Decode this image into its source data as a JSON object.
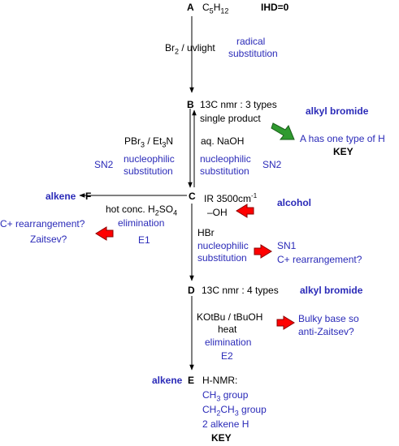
{
  "colors": {
    "black": "#000000",
    "blue": "#2a2ab8",
    "red": "#ff0000",
    "green": "#2f9a2f"
  },
  "icons": [
    "red-arrow-icon",
    "green-arrow-icon"
  ],
  "nodes": {
    "A": {
      "letter": "A",
      "formula_base": "C",
      "formula_s1": "5",
      "formula_mid": "H",
      "formula_s2": "12",
      "ihd": "IHD=0"
    },
    "B": {
      "letter": "B",
      "nmr": "13C nmr : 3 types",
      "product": "single product",
      "side_label": "alkyl bromide",
      "note": "A has one type of H",
      "key": "KEY"
    },
    "C": {
      "letter": "C",
      "ir_prefix": "IR 3500cm",
      "ir_sup": "-1",
      "group": "–OH",
      "side_label": "alcohol"
    },
    "D": {
      "letter": "D",
      "nmr": "13C nmr : 4 types",
      "side_label": "alkyl bromide"
    },
    "E": {
      "letter": "E",
      "side_label": "alkene",
      "hnmr": "H-NMR:",
      "ch3_base": "CH",
      "ch3_sub": "3",
      "ch3_rest": " group",
      "ethyl_a": "CH",
      "ethyl_s1": "2",
      "ethyl_b": "CH",
      "ethyl_s2": "3",
      "ethyl_rest": " group",
      "alkene_h": "2 alkene H",
      "key": "KEY"
    },
    "F": {
      "letter": "F",
      "side_label": "alkene"
    }
  },
  "reactions": {
    "A_to_B": {
      "reagent_a": "Br",
      "reagent_sub": "2",
      "reagent_b": " / uvlight",
      "type_line1": "radical",
      "type_line2": "substitution"
    },
    "B_to_C": {
      "reagent": "aq. NaOH",
      "type_line1": "nucleophilic",
      "type_line2": "substitution",
      "mechanism": "SN2"
    },
    "C_to_B": {
      "reagent_a": "PBr",
      "reagent_s1": "3",
      "reagent_b": " / Et",
      "reagent_s2": "3",
      "reagent_c": "N",
      "type_line1": "nucleophilic",
      "type_line2": "substitution",
      "mechanism": "SN2"
    },
    "C_to_F": {
      "reagent_a": "hot conc. H",
      "reagent_s1": "2",
      "reagent_b": "SO",
      "reagent_s2": "4",
      "type": "elimination",
      "mechanism": "E1",
      "note_line1": "C+ rearrangement?",
      "note_line2": "Zaitsev?"
    },
    "C_to_D": {
      "reagent": "HBr",
      "type_line1": "nucleophilic",
      "type_line2": "substitution",
      "note_line1": "SN1",
      "note_line2": "C+ rearrangement?"
    },
    "D_to_E": {
      "reagent": "KOtBu / tBuOH",
      "condition": "heat",
      "type": "elimination",
      "mechanism": "E2",
      "note_line1": "Bulky base so",
      "note_line2": "anti-Zaitsev?"
    }
  }
}
